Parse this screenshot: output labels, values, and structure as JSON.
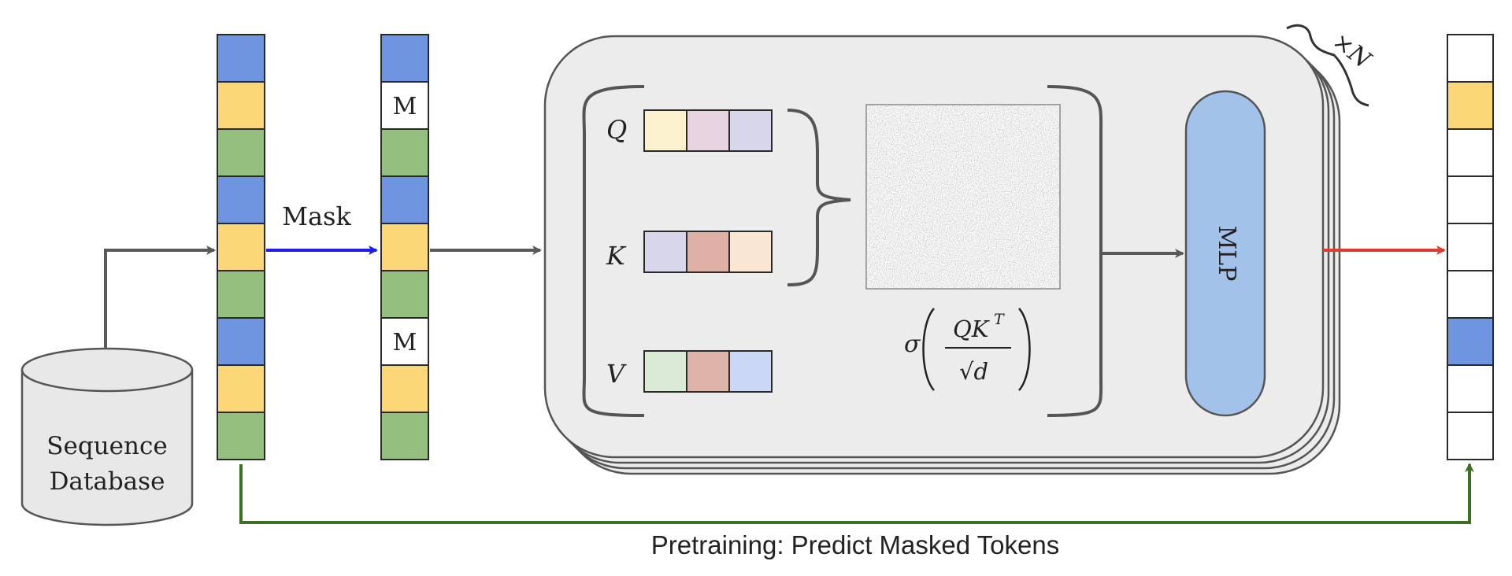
{
  "diagram": {
    "database_label": {
      "line1": "Sequence",
      "line2": "Database"
    },
    "mask_label": "Mask",
    "masked_token_label": "M",
    "qkv_labels": {
      "q": "Q",
      "k": "K",
      "v": "V"
    },
    "mlp_label": "MLP",
    "repeat_label": "×N",
    "softmax_formula": {
      "sigma": "σ",
      "numerator": "QK",
      "superscript": "T",
      "denominator": "√d"
    },
    "bottom_label": "Pretraining: Predict Masked Tokens",
    "input_tokens": [
      "blue",
      "yellow",
      "green",
      "blue",
      "yellow",
      "green",
      "blue",
      "yellow",
      "green"
    ],
    "masked_tokens": [
      "blue",
      "mask",
      "green",
      "blue",
      "yellow",
      "green",
      "mask",
      "yellow",
      "green"
    ],
    "output_tokens": [
      "empty",
      "yellow",
      "empty",
      "empty",
      "empty",
      "empty",
      "blue",
      "empty",
      "empty"
    ],
    "qkv_colors": {
      "q": [
        "#fcf1cf",
        "#e8d3e0",
        "#d8d6ea"
      ],
      "k": [
        "#d8d6ea",
        "#dfb1a6",
        "#f9e6d3"
      ],
      "v": [
        "#dbead5",
        "#deb3a8",
        "#cad8f6"
      ]
    },
    "colors": {
      "blue": "#6f94e0",
      "yellow": "#fbd777",
      "green": "#94bf7e",
      "mask": "#ffffff",
      "empty": "#ffffff",
      "panel": "#ececec",
      "mlp": "#a3c2ea",
      "arrow_gray": "#595959",
      "arrow_blue": "#1c1cf0",
      "arrow_red": "#e23b2e",
      "arrow_green": "#3e6f22"
    }
  }
}
